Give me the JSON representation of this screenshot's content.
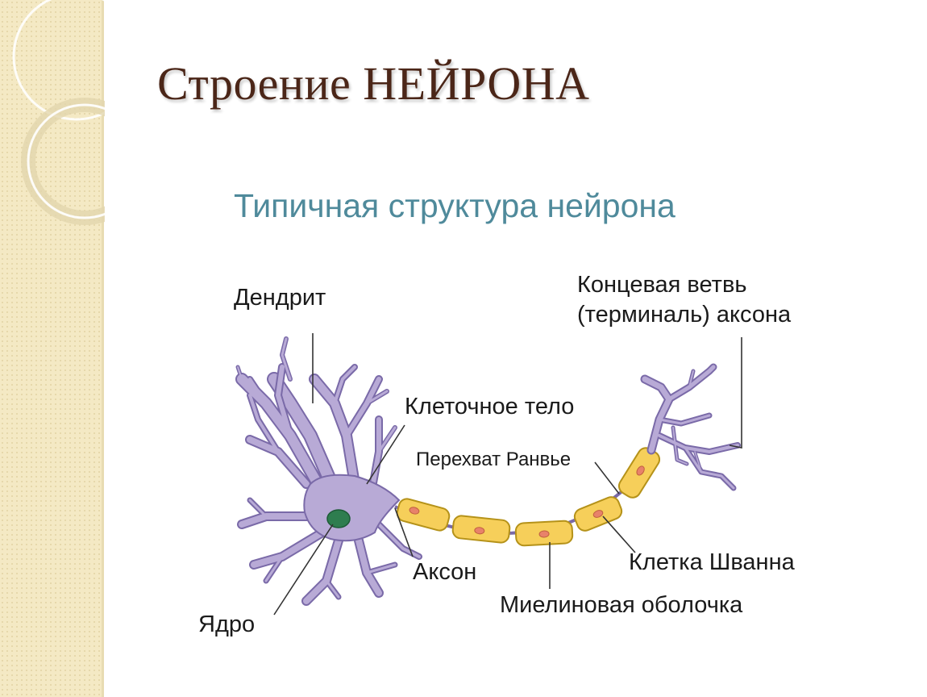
{
  "slide": {
    "title": "Строение НЕЙРОНА"
  },
  "diagram": {
    "title": "Типичная структура нейрона",
    "labels": {
      "dendrite": "Дендрит",
      "terminal_line1": "Концевая ветвь",
      "terminal_line2": "(терминаль) аксона",
      "cell_body": "Клеточное тело",
      "ranvier_node": "Перехват Ранвье",
      "axon": "Аксон",
      "nucleus": "Ядро",
      "schwann_cell": "Клетка Шванна",
      "myelin_sheath": "Миелиновая оболочка"
    }
  },
  "colors": {
    "neuron_fill": "#b8aad6",
    "neuron_stroke": "#7a6aa8",
    "nucleus": "#2e7d4f",
    "myelin": "#f6cf5a",
    "myelin_stroke": "#b59219",
    "schwann_nucleus": "#e8826a",
    "diagram_title": "#4f8a9b",
    "slide_title": "#4b2618",
    "side_strip": "#f4e9c4"
  }
}
